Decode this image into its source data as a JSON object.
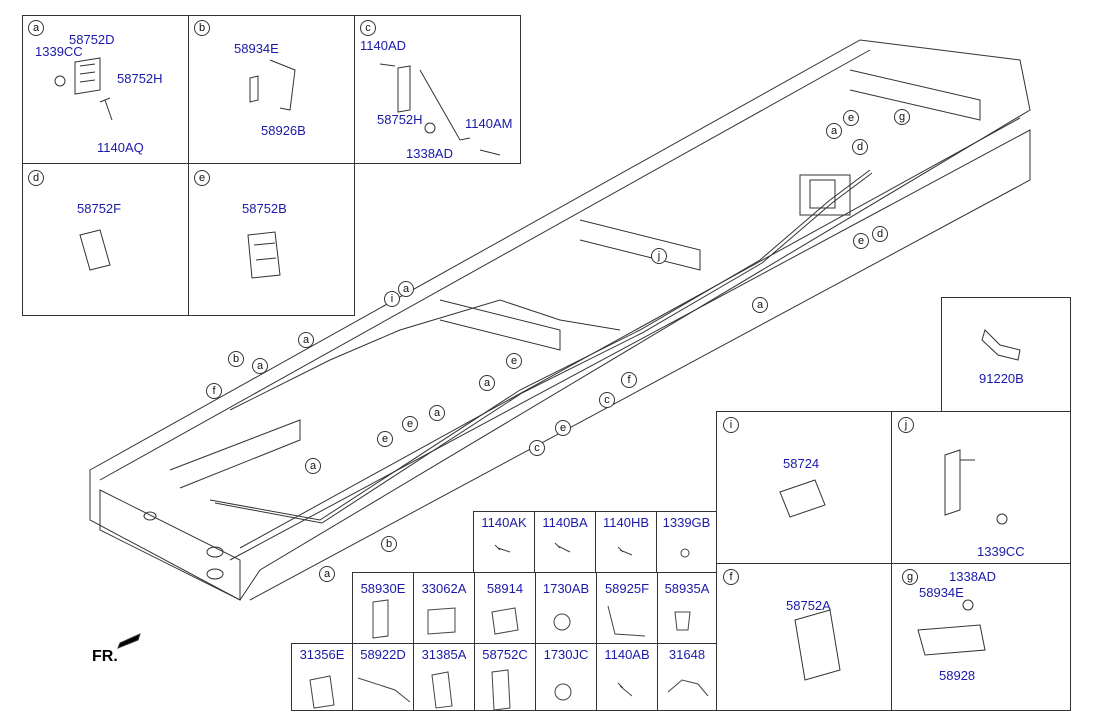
{
  "boxes": {
    "a": {
      "letter": "a",
      "parts": [
        "58752D",
        "1339CC",
        "58752H",
        "1140AQ"
      ]
    },
    "b": {
      "letter": "b",
      "parts": [
        "58934E",
        "58926B"
      ]
    },
    "c": {
      "letter": "c",
      "parts": [
        "1140AD",
        "58752H",
        "1338AD",
        "1140AM"
      ]
    },
    "d": {
      "letter": "d",
      "parts": [
        "58752F"
      ]
    },
    "e": {
      "letter": "e",
      "parts": [
        "58752B"
      ]
    },
    "i": {
      "letter": "i",
      "parts": [
        "58724"
      ]
    },
    "j": {
      "letter": "j",
      "parts": [
        "1339CC"
      ]
    },
    "f": {
      "letter": "f",
      "parts": [
        "58752A"
      ]
    },
    "g": {
      "letter": "g",
      "parts": [
        "1338AD",
        "58934E",
        "58928"
      ]
    },
    "single": {
      "parts": [
        "91220B"
      ]
    }
  },
  "table_top": [
    "1140AK",
    "1140BA",
    "1140HB",
    "1339GB"
  ],
  "table_mid": [
    "58930E",
    "33062A",
    "58914",
    "1730AB",
    "58925F",
    "58935A"
  ],
  "table_bot": [
    "31356E",
    "58922D",
    "31385A",
    "58752C",
    "1730JC",
    "1140AB",
    "31648"
  ],
  "callouts": [
    "a",
    "e",
    "g",
    "d",
    "e",
    "d",
    "j",
    "a",
    "a",
    "i",
    "a",
    "a",
    "b",
    "a",
    "f",
    "e",
    "f",
    "c",
    "e",
    "c",
    "a",
    "e",
    "e",
    "a",
    "d",
    "b",
    "a"
  ],
  "fr_label": "FR."
}
